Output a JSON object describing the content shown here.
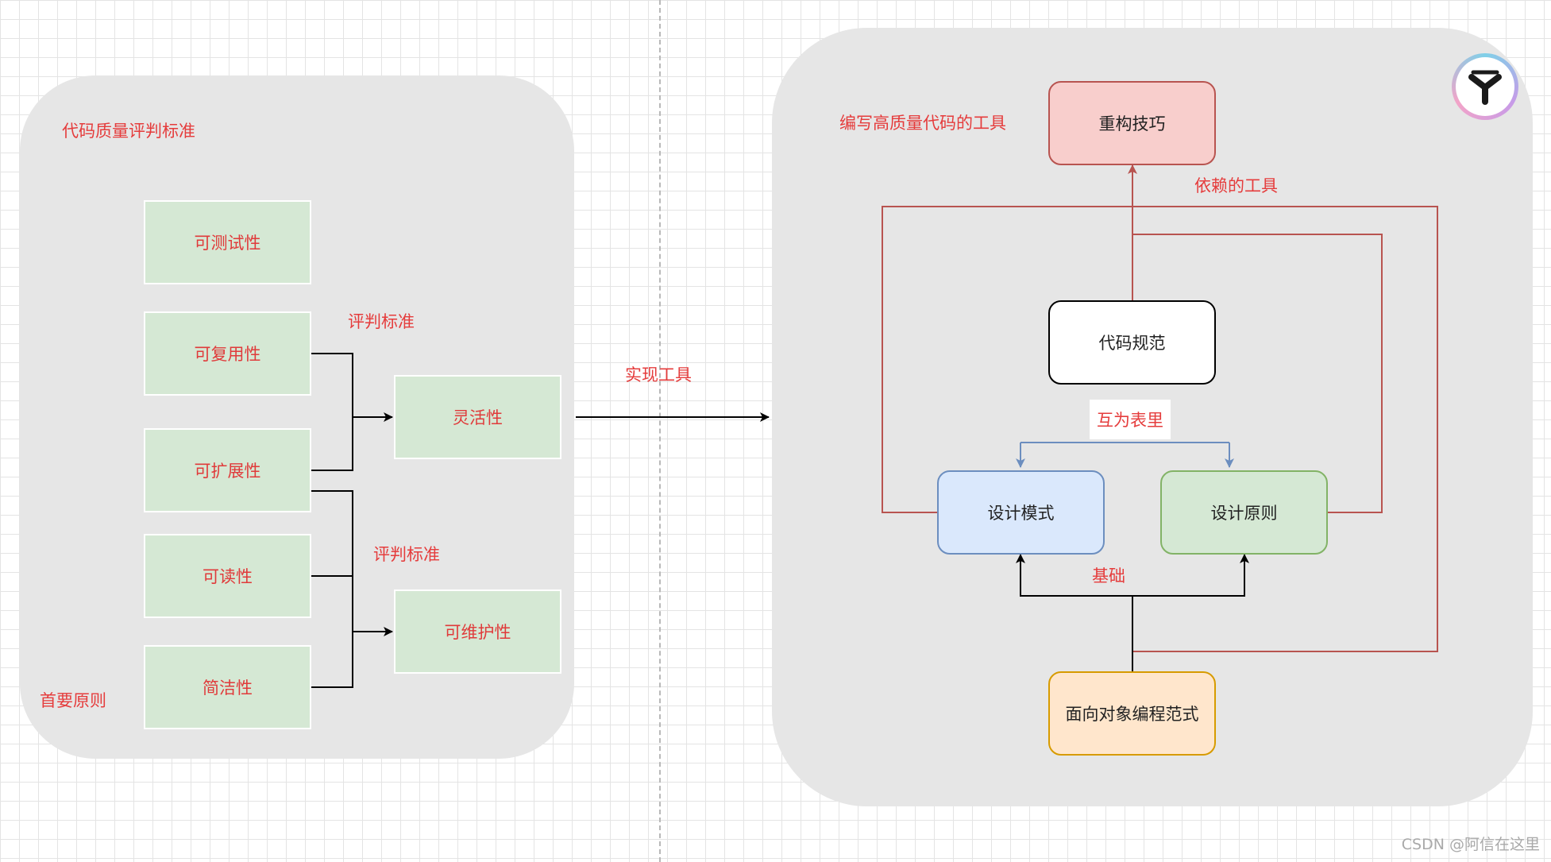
{
  "left": {
    "title": "代码质量评判标准",
    "bottom_label": "首要原则",
    "items": [
      "可测试性",
      "可复用性",
      "可扩展性",
      "可读性",
      "简洁性"
    ],
    "flexibility": "灵活性",
    "maintainability": "可维护性",
    "criteria_label_top": "评判标准",
    "criteria_label_bottom": "评判标准"
  },
  "middle": {
    "arrow_label": "实现工具"
  },
  "right": {
    "title": "编写高质量代码的工具",
    "refactoring": "重构技巧",
    "dependency_label": "依赖的工具",
    "code_standard": "代码规范",
    "mutual_label": "互为表里",
    "design_patterns": "设计模式",
    "design_principles": "设计原则",
    "basis_label": "基础",
    "oop": "面向对象编程范式"
  },
  "watermark": "CSDN @阿信在这里",
  "colors": {
    "panel": "#e6e6e6",
    "green_fill": "#d5e8d4",
    "green_stroke": "#82b366",
    "red_fill": "#f8cecc",
    "red_stroke": "#b85450",
    "blue_fill": "#dae8fc",
    "blue_stroke": "#6c8ebf",
    "orange_fill": "#ffe6cc",
    "orange_stroke": "#d79b00",
    "label_red": "#e53c3c"
  },
  "icons": {
    "logo": "app-logo-icon"
  }
}
